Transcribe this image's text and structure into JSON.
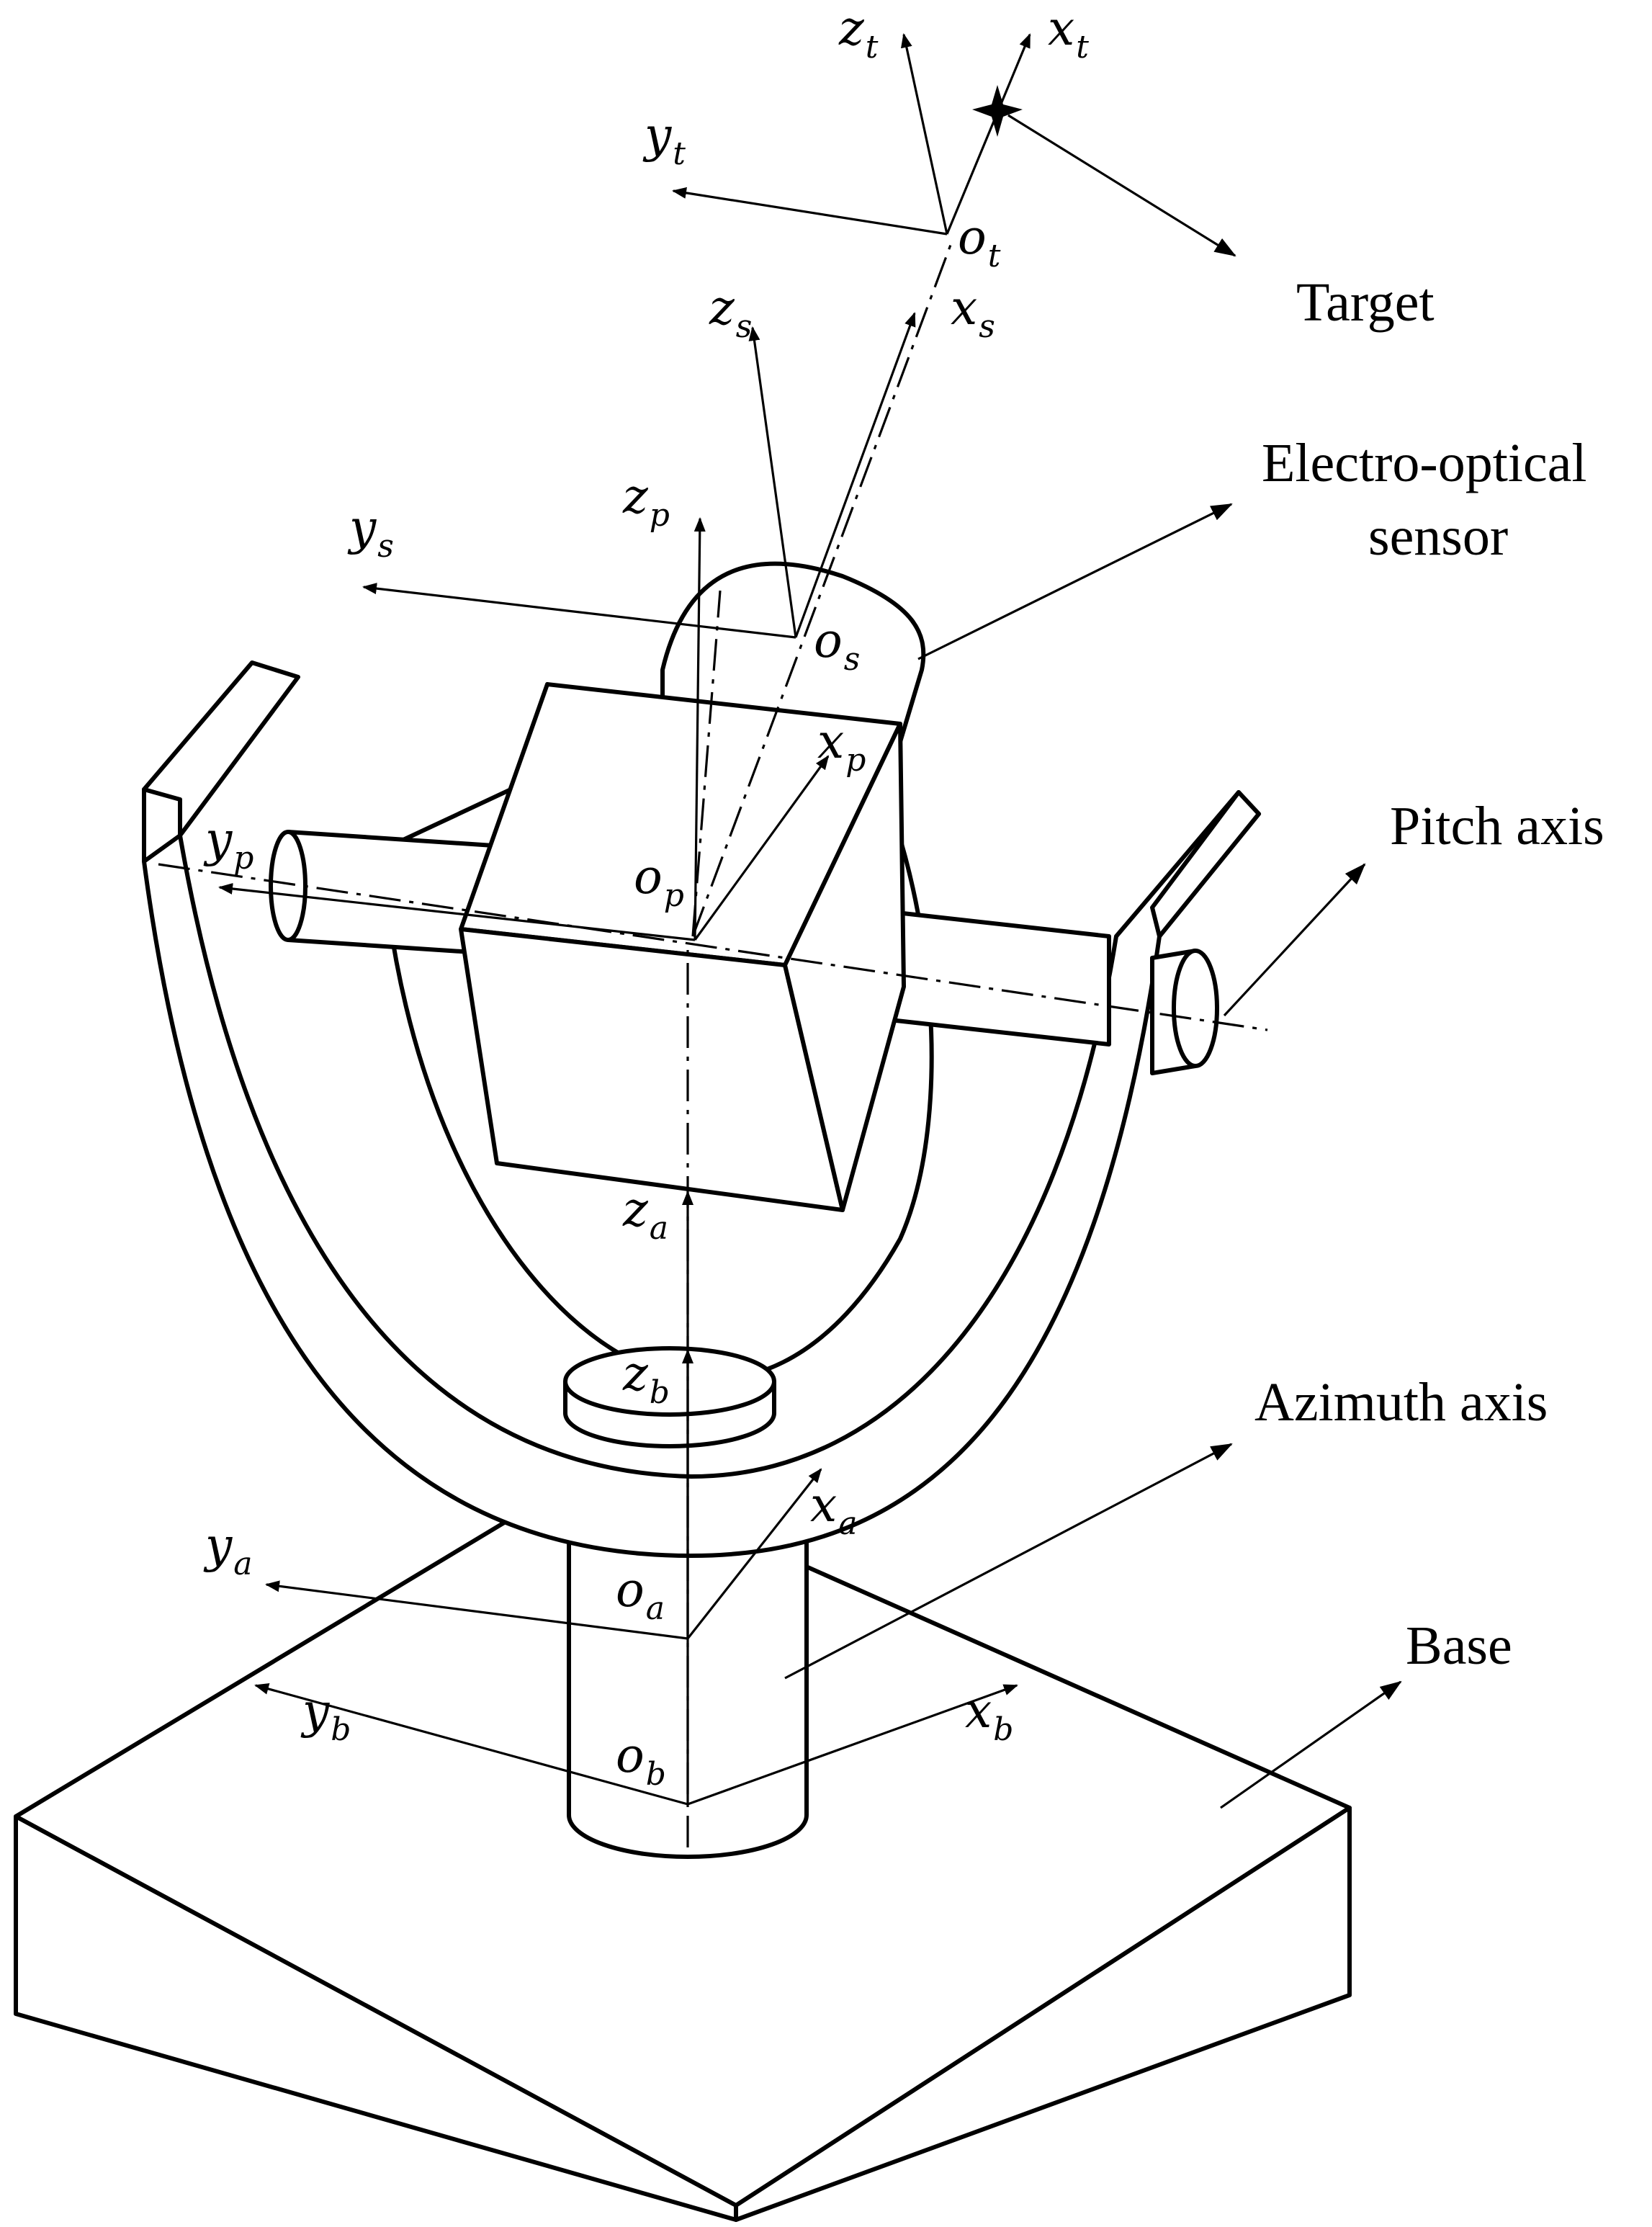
{
  "labels": {
    "target": "Target",
    "sensor_line1": "Electro-optical",
    "sensor_line2": "sensor",
    "pitch_axis": "Pitch axis",
    "azimuth_axis": "Azimuth axis",
    "base": "Base"
  },
  "axes": {
    "zt": {
      "sym": "z",
      "sub": "t"
    },
    "xt": {
      "sym": "x",
      "sub": "t"
    },
    "yt": {
      "sym": "y",
      "sub": "t"
    },
    "ot": {
      "sym": "o",
      "sub": "t"
    },
    "zs": {
      "sym": "z",
      "sub": "s"
    },
    "xs": {
      "sym": "x",
      "sub": "s"
    },
    "ys": {
      "sym": "y",
      "sub": "s"
    },
    "os": {
      "sym": "o",
      "sub": "s"
    },
    "zp": {
      "sym": "z",
      "sub": "p"
    },
    "xp": {
      "sym": "x",
      "sub": "p"
    },
    "yp": {
      "sym": "y",
      "sub": "p"
    },
    "op": {
      "sym": "o",
      "sub": "p"
    },
    "za": {
      "sym": "z",
      "sub": "a"
    },
    "xa": {
      "sym": "x",
      "sub": "a"
    },
    "ya": {
      "sym": "y",
      "sub": "a"
    },
    "oa": {
      "sym": "o",
      "sub": "a"
    },
    "zb": {
      "sym": "z",
      "sub": "b"
    },
    "xb": {
      "sym": "x",
      "sub": "b"
    },
    "yb": {
      "sym": "y",
      "sub": "b"
    },
    "ob": {
      "sym": "o",
      "sub": "b"
    }
  }
}
